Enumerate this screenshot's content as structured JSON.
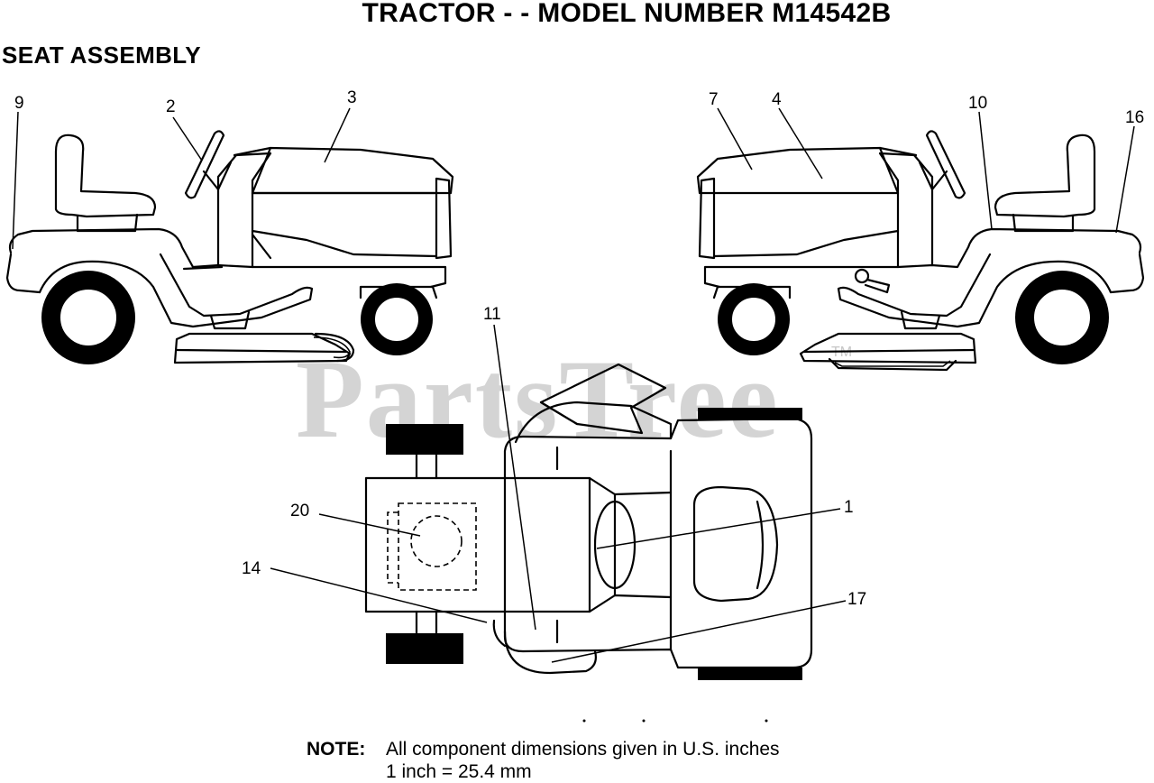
{
  "header": {
    "title": "TRACTOR - - MODEL NUMBER M14542B",
    "section": "SEAT ASSEMBLY"
  },
  "callouts": [
    "9",
    "2",
    "3",
    "7",
    "4",
    "10",
    "16",
    "11",
    "20",
    "1",
    "14",
    "17"
  ],
  "watermark": {
    "text": "PartsTree",
    "tm": "TM"
  },
  "note": {
    "label": "NOTE:",
    "line1": "All component dimensions given in U.S. inches",
    "line2": "1 inch = 25.4 mm"
  }
}
